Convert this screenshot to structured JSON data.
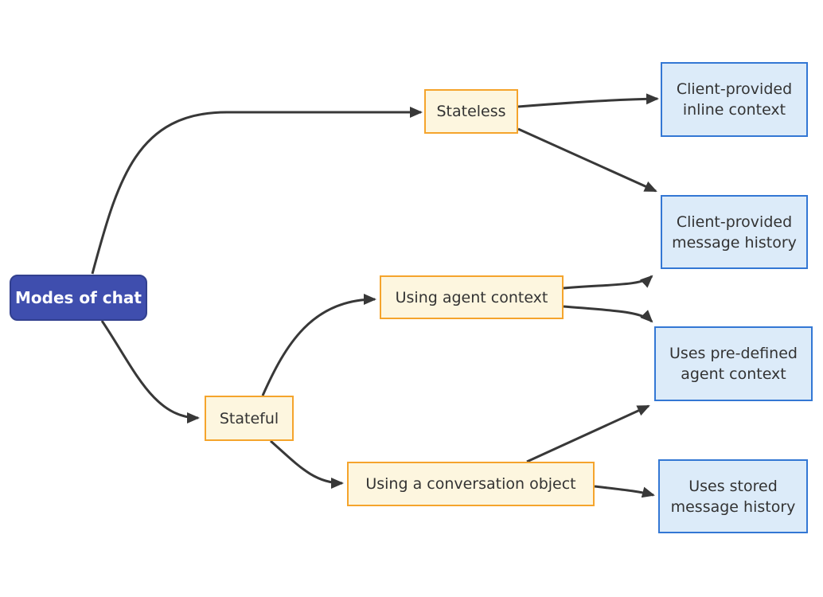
{
  "diagram": {
    "type": "flowchart-left-to-right",
    "nodes": {
      "root": {
        "line1": "Modes of chat"
      },
      "stateless": {
        "line1": "Stateless"
      },
      "stateful": {
        "line1": "Stateful"
      },
      "inline_context": {
        "line1": "Client-provided",
        "line2": "inline context"
      },
      "message_history": {
        "line1": "Client-provided",
        "line2": "message history"
      },
      "agent_context": {
        "line1": "Using agent context"
      },
      "conversation_object": {
        "line1": "Using a conversation object"
      },
      "predefined_context": {
        "line1": "Uses pre-defined",
        "line2": "agent context"
      },
      "stored_history": {
        "line1": "Uses stored",
        "line2": "message history"
      }
    },
    "edges": [
      {
        "from": "modes-of-chat",
        "to": "stateless"
      },
      {
        "from": "modes-of-chat",
        "to": "stateful"
      },
      {
        "from": "stateless",
        "to": "client-provided-inline-context"
      },
      {
        "from": "stateless",
        "to": "client-provided-message-history"
      },
      {
        "from": "using-agent-context",
        "to": "client-provided-message-history"
      },
      {
        "from": "using-agent-context",
        "to": "uses-pre-defined-agent-context"
      },
      {
        "from": "stateful",
        "to": "using-agent-context"
      },
      {
        "from": "stateful",
        "to": "using-a-conversation-object"
      },
      {
        "from": "using-a-conversation-object",
        "to": "uses-pre-defined-agent-context"
      },
      {
        "from": "using-a-conversation-object",
        "to": "uses-stored-message-history"
      }
    ]
  },
  "colors": {
    "background": "#ffffff",
    "edge_color": "#383838",
    "node_text": "#333333",
    "root_fill": "#3f4eae",
    "root_border": "#32408f",
    "root_text": "#ffffff",
    "branch_fill": "#fdf6df",
    "branch_border": "#f5a42c",
    "leaf_fill": "#dcebf9",
    "leaf_border": "#3377d4"
  }
}
